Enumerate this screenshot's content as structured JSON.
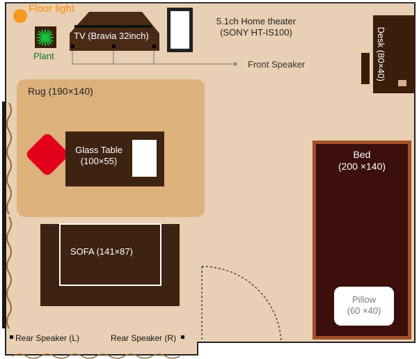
{
  "floor_light": {
    "label": "Floor light",
    "color": "#ff8c00"
  },
  "plant": {
    "label": "Plant",
    "color": "#0a7a2a"
  },
  "tv": {
    "label": "TV (Bravia 32inch)"
  },
  "home_theater": {
    "line1": "5.1ch Home theater",
    "line2": "(SONY HT-IS100)"
  },
  "front_speaker": {
    "label": "Front Speaker"
  },
  "desk": {
    "label": "Desk (80×40)"
  },
  "rug": {
    "label": "Rug (190×140)",
    "color": "#dcb17c"
  },
  "glass_table": {
    "line1": "Glass Table",
    "line2": "(100×55)"
  },
  "bed": {
    "line1": "Bed",
    "line2": "(200 ×140)"
  },
  "pillow": {
    "line1": "Pillow",
    "line2": "(60 ×40)"
  },
  "sofa": {
    "label": "SOFA (141×87)"
  },
  "rear_speaker_left": {
    "label": "Rear Speaker (L)"
  },
  "rear_speaker_right": {
    "label": "Rear Speaker (R)"
  },
  "colors": {
    "floor": "#e9cfb3",
    "furniture": "#3e2212",
    "walls": "#222222",
    "accent_red": "#dd0000",
    "curtain": "#8b6a3a"
  }
}
